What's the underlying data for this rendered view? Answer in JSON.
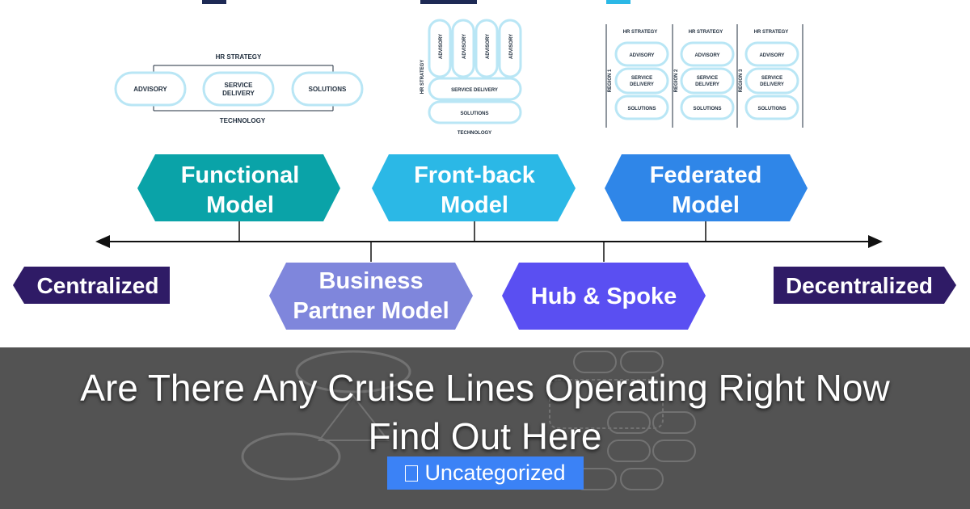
{
  "colors": {
    "functional": "#0aa3a8",
    "frontback": "#2bb8e6",
    "federated": "#2f86e8",
    "business": "#7f86dc",
    "hub": "#5a4ff2",
    "ends": "#2f1b66",
    "badge": "#3b82f6"
  },
  "diagram": {
    "functional": {
      "top": "HR STRATEGY",
      "bottom": "TECHNOLOGY",
      "pills": [
        "ADVISORY",
        "SERVICE",
        "DELIVERY",
        "SOLUTIONS"
      ]
    },
    "frontback": {
      "side": "HR STRATEGY",
      "columns": [
        "ADVISORY",
        "ADVISORY",
        "ADVISORY",
        "ADVISORY"
      ],
      "rows": [
        "SERVICE DELIVERY",
        "SOLUTIONS"
      ],
      "bottom": "TECHNOLOGY"
    },
    "federated": {
      "header": "HR STRATEGY",
      "regions": [
        "REGION 1",
        "REGION 2",
        "REGION 3"
      ],
      "items": [
        "ADVISORY",
        "SERVICE",
        "DELIVERY",
        "SOLUTIONS"
      ]
    },
    "models": {
      "functional": [
        "Functional",
        "Model"
      ],
      "frontback": [
        "Front-back",
        "Model"
      ],
      "federated": [
        "Federated",
        "Model"
      ],
      "business": [
        "Business",
        "Partner Model"
      ],
      "hub": "Hub & Spoke"
    },
    "axis": {
      "left": "Centralized",
      "right": "Decentralized"
    }
  },
  "post": {
    "title_line1": "Are There Any Cruise Lines Operating Right Now",
    "title_line2": "Find Out Here",
    "category": "Uncategorized",
    "category_icon": "folder-icon"
  }
}
